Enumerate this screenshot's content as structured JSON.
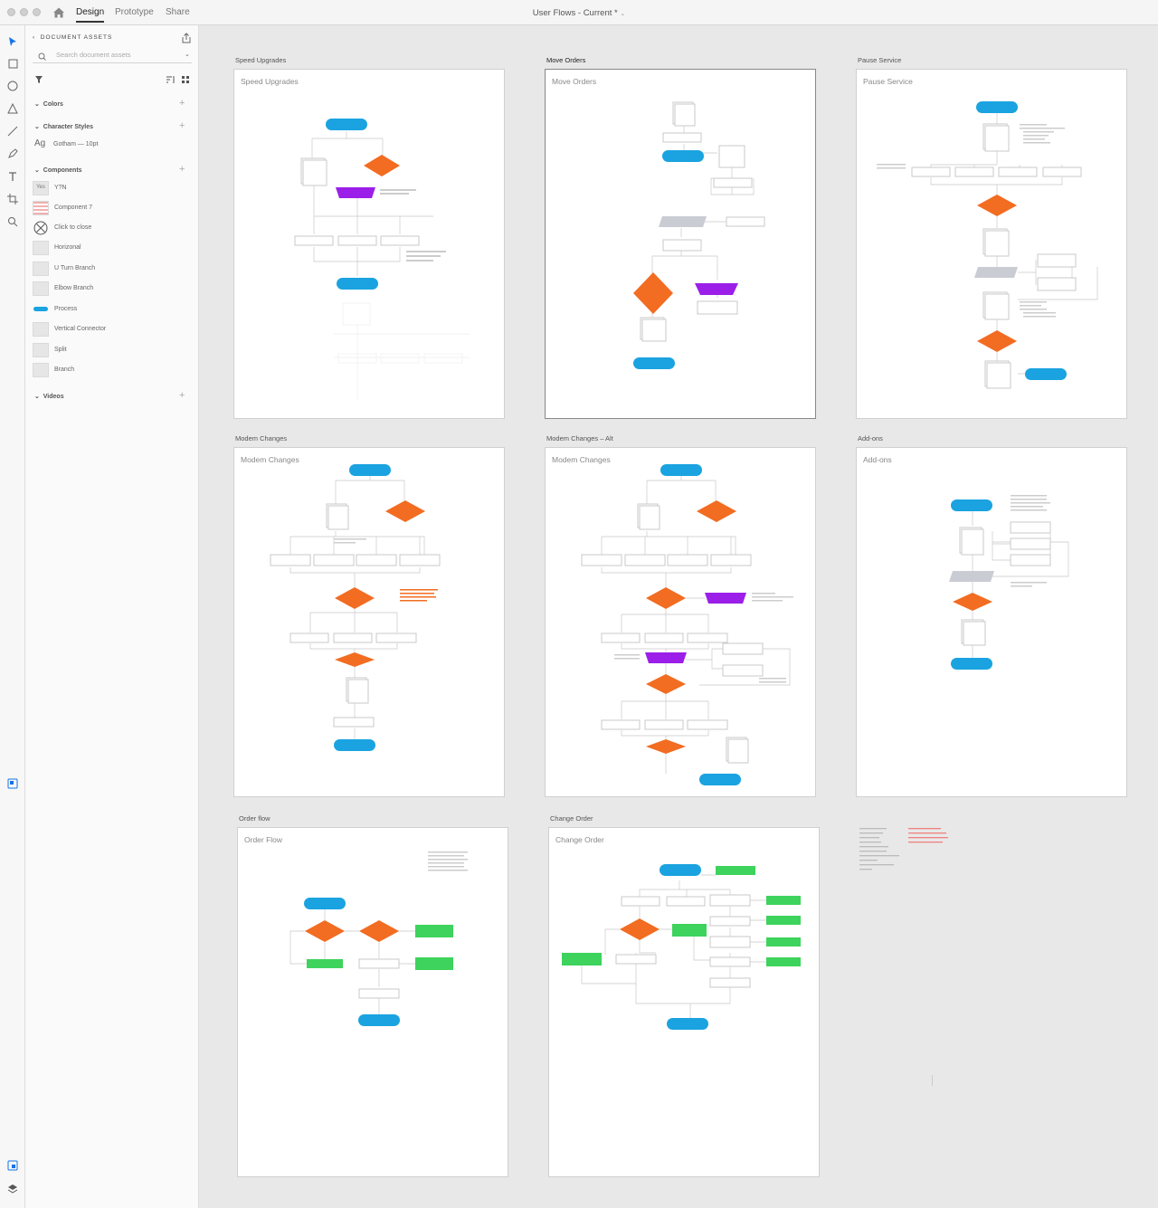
{
  "titlebar": {
    "tabs": [
      "Design",
      "Prototype",
      "Share"
    ],
    "active_tab": "Design",
    "document_title": "User Flows - Current *"
  },
  "panel": {
    "header": "DOCUMENT ASSETS",
    "search_placeholder": "Search document assets",
    "sections": {
      "colors": "Colors",
      "character_styles": "Character Styles",
      "components": "Components",
      "videos": "Videos"
    },
    "char_style": {
      "sample": "Ag",
      "name": "Gotham — 10pt"
    },
    "components": [
      {
        "name": "Y?N",
        "thumb": "Yes"
      },
      {
        "name": "Component 7",
        "thumb": ""
      },
      {
        "name": "Click to close",
        "thumb": ""
      },
      {
        "name": "Horizonal",
        "thumb": ""
      },
      {
        "name": "U Turn Branch",
        "thumb": ""
      },
      {
        "name": "Elbow Branch",
        "thumb": ""
      },
      {
        "name": "Process",
        "thumb": ""
      },
      {
        "name": "Vertical Connector",
        "thumb": ""
      },
      {
        "name": "Split",
        "thumb": ""
      },
      {
        "name": "Branch",
        "thumb": ""
      }
    ]
  },
  "artboards": [
    {
      "label": "Speed Upgrades",
      "title": "Speed Upgrades"
    },
    {
      "label": "Move Orders",
      "title": "Move Orders"
    },
    {
      "label": "Pause Service",
      "title": "Pause Service"
    },
    {
      "label": "Modem Changes",
      "title": "Modem Changes"
    },
    {
      "label": "Modem Changes – Alt",
      "title": "Modem Changes"
    },
    {
      "label": "Add-ons",
      "title": "Add-ons"
    },
    {
      "label": "Order flow",
      "title": "Order Flow"
    },
    {
      "label": "Change Order",
      "title": "Change Order"
    }
  ],
  "colors": {
    "process": "#1aa3e0",
    "decision": "#f26c21",
    "trapezoid": "#9b1fe8",
    "status": "#3dd35c",
    "label_gray": "#c9ccd3"
  }
}
